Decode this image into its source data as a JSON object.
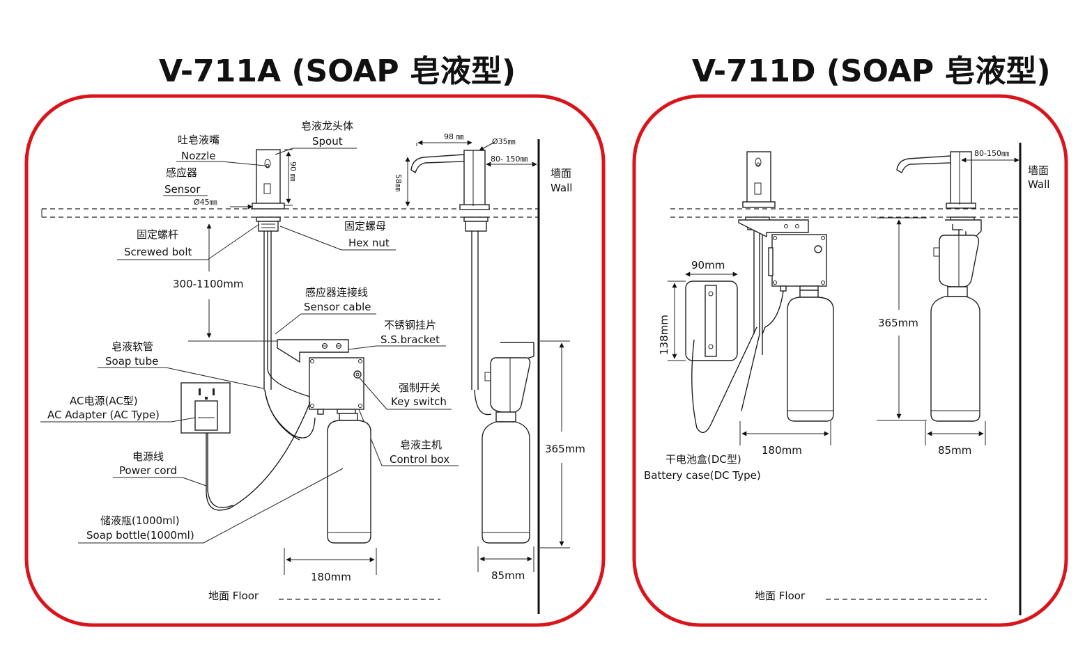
{
  "panel_a": {
    "title": "V-711A  (SOAP 皂液型)",
    "labels": {
      "nozzle_cn": "吐皂液嘴",
      "nozzle_en": "Nozzle",
      "spout_cn": "皂液龙头体",
      "spout_en": "Spout",
      "sensor_cn": "感应器",
      "sensor_en": "Sensor",
      "diameter_45": "Ø45㎜",
      "height_90": "90 ㎜",
      "width_98": "98 ㎜",
      "diameter_35": "Ø35㎜",
      "reach_80_150": "80- 150㎜",
      "height_58": "58㎜",
      "wall_cn": "墙面",
      "wall_en": "Wall",
      "screwed_bolt_cn": "固定螺杆",
      "screwed_bolt_en": "Screwed bolt",
      "hex_nut_cn": "固定螺母",
      "hex_nut_en": "Hex nut",
      "length_range": "300-1100mm",
      "sensor_cable_cn": "感应器连接线",
      "sensor_cable_en": "Sensor cable",
      "bracket_cn": "不锈钢挂片",
      "bracket_en": "S.S.bracket",
      "soap_tube_cn": "皂液软管",
      "soap_tube_en": "Soap tube",
      "key_switch_cn": "强制开关",
      "key_switch_en": "Key switch",
      "ac_adapter_cn": "AC电源(AC型)",
      "ac_adapter_en": "AC Adapter (AC Type)",
      "control_box_cn": "皂液主机",
      "control_box_en": "Control box",
      "power_cord_cn": "电源线",
      "power_cord_en": "Power cord",
      "soap_bottle_cn": "储液瓶(1000ml)",
      "soap_bottle_en": "Soap bottle(1000ml)",
      "width_180": "180mm",
      "height_365": "365mm",
      "width_85": "85mm",
      "floor": "地面  Floor"
    }
  },
  "panel_d": {
    "title": "V-711D (SOAP 皂液型)",
    "labels": {
      "reach_80_150": "80-150㎜",
      "wall_cn": "墙面",
      "wall_en": "Wall",
      "width_90": "90mm",
      "height_138": "138mm",
      "height_365": "365mm",
      "width_180": "180mm",
      "width_85": "85mm",
      "battery_cn": "干电池盒(DC型)",
      "battery_en": "Battery case(DC Type)",
      "floor": "地面  Floor"
    }
  },
  "colors": {
    "frame": "#d9141b",
    "line": "#111111"
  }
}
